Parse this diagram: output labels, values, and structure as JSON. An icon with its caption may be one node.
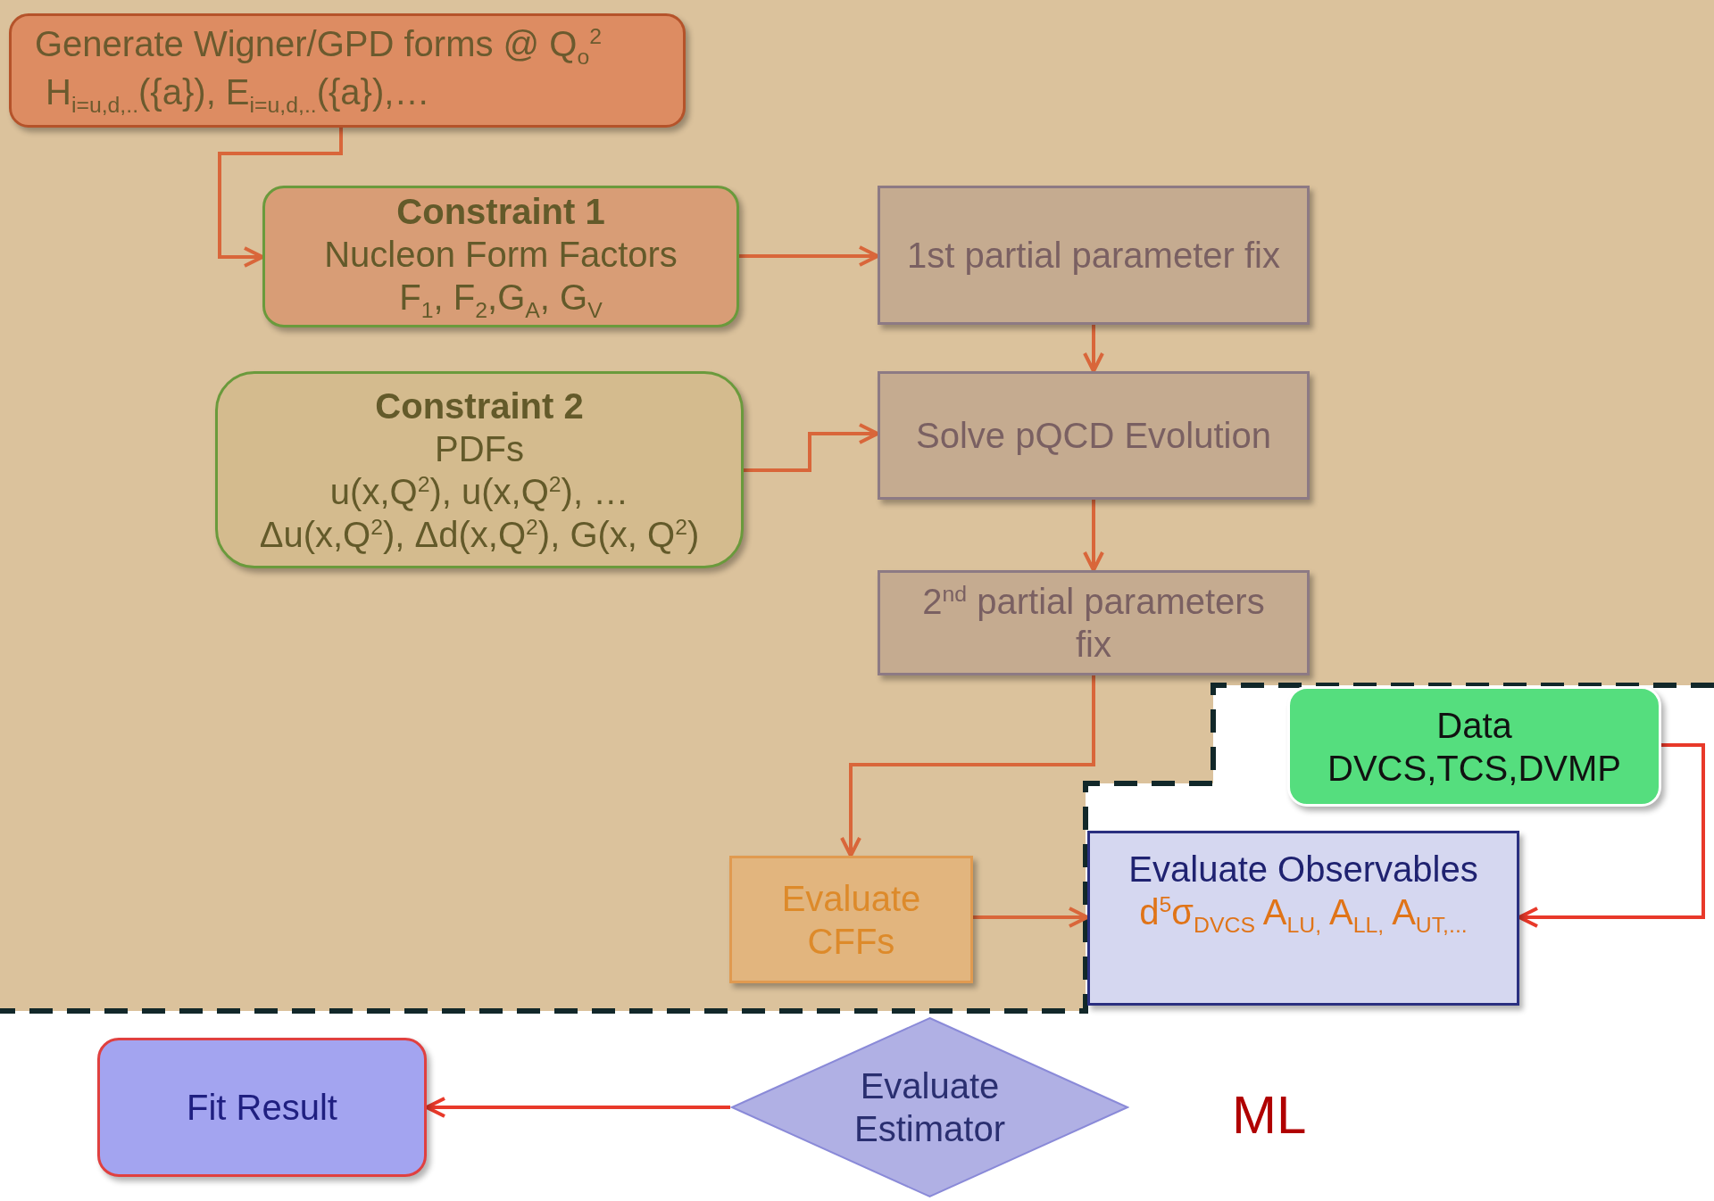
{
  "diagram": {
    "nodes": [
      {
        "text": [
          "Generate Wigner/GPD forms @ Q$_{o}$$^{2}$",
          "H$_{i=u,d,..}$({a}), E$_{i=u,d,..}$({a}),…"
        ]
      },
      {
        "text": [
          "Constraint 1",
          "Nucleon Form Factors",
          "F$_{1}$, F$_{2}$,G$_{A}$, G$_{V}$"
        ]
      },
      {
        "text": [
          "1st partial parameter fix"
        ]
      },
      {
        "text": [
          "Constraint 2",
          "PDFs",
          "u(x,Q$^{2}$), u(x,Q$^{2}$), …",
          "Δu(x,Q$^{2}$), Δd(x,Q$^{2}$), G(x, Q$^{2}$)"
        ]
      },
      {
        "text": [
          "Solve pQCD Evolution"
        ]
      },
      {
        "text": [
          "2$^{nd}$ partial parameters fix"
        ]
      },
      {
        "text": [
          "Data",
          "DVCS,TCS,DVMP"
        ]
      },
      {
        "text": [
          "Evaluate CFFs"
        ]
      },
      {
        "text": [
          "Evaluate Observables",
          "d$^{5}$σ$_{DVCS}$ A$_{LU,}$ A$_{LL,}$ A$_{UT,...}$"
        ]
      },
      {
        "text": [
          "Fit Result"
        ]
      },
      {
        "text": [
          "Evaluate Estimator"
        ]
      }
    ],
    "edges": [
      {
        "from": 0,
        "to": 1,
        "arrow": "to"
      },
      {
        "from": 1,
        "to": 2,
        "arrow": "to"
      },
      {
        "from": 3,
        "to": 4,
        "arrow": "to"
      },
      {
        "from": 2,
        "to": 4,
        "arrow": "to"
      },
      {
        "from": 4,
        "to": 5,
        "arrow": "to"
      },
      {
        "from": 5,
        "to": 7,
        "arrow": "to"
      },
      {
        "from": 7,
        "to": 8,
        "arrow": "to"
      },
      {
        "from": 6,
        "to": 8,
        "arrow": "to",
        "color": "#e8392a"
      },
      {
        "from": 10,
        "to": 9,
        "arrow": "to",
        "color": "#e8392a"
      }
    ],
    "labels": [
      "ML"
    ]
  }
}
